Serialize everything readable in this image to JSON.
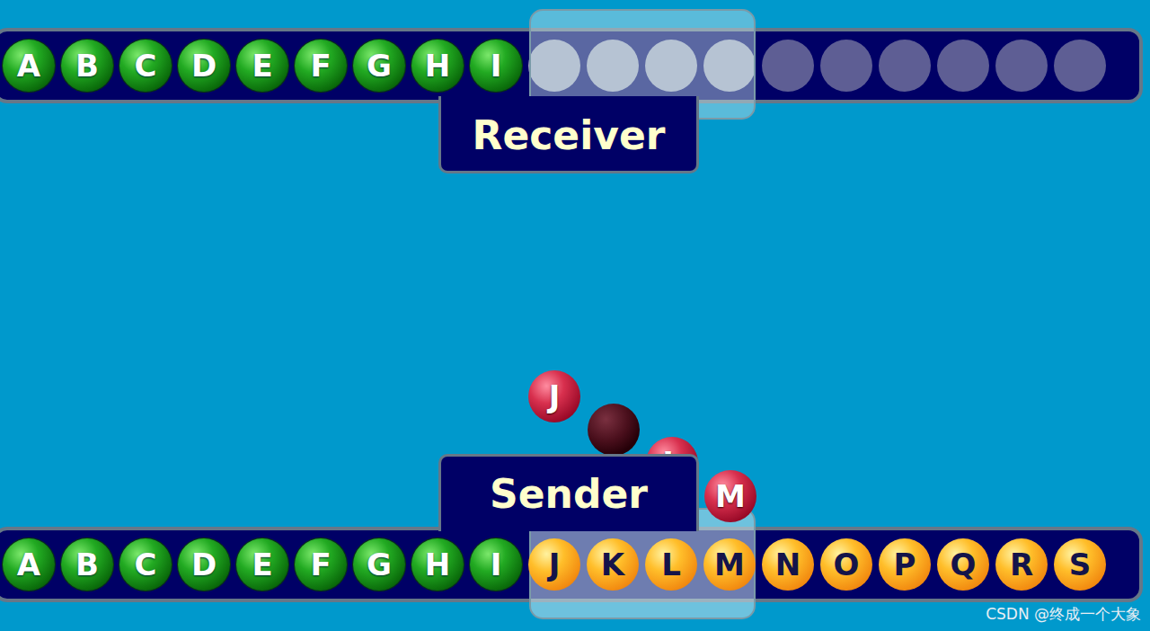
{
  "diagram": {
    "nodes": [
      {
        "text": [
          "A"
        ]
      },
      {
        "text": [
          "B"
        ]
      },
      {
        "text": [
          "C"
        ]
      },
      {
        "text": [
          "D"
        ]
      },
      {
        "text": [
          "E"
        ]
      },
      {
        "text": [
          "F"
        ]
      },
      {
        "text": [
          "G"
        ]
      },
      {
        "text": [
          "H"
        ]
      },
      {
        "text": [
          "I"
        ]
      },
      {
        "text": [
          "Receiver"
        ]
      },
      {
        "text": [
          "J"
        ]
      },
      {
        "text": [
          "L"
        ]
      },
      {
        "text": [
          "M"
        ]
      },
      {
        "text": [
          "Sender"
        ]
      },
      {
        "text": [
          "A"
        ]
      },
      {
        "text": [
          "B"
        ]
      },
      {
        "text": [
          "C"
        ]
      },
      {
        "text": [
          "D"
        ]
      },
      {
        "text": [
          "E"
        ]
      },
      {
        "text": [
          "F"
        ]
      },
      {
        "text": [
          "G"
        ]
      },
      {
        "text": [
          "H"
        ]
      },
      {
        "text": [
          "I"
        ]
      },
      {
        "text": [
          "J"
        ]
      },
      {
        "text": [
          "K"
        ]
      },
      {
        "text": [
          "L"
        ]
      },
      {
        "text": [
          "M"
        ]
      },
      {
        "text": [
          "N"
        ]
      },
      {
        "text": [
          "O"
        ]
      },
      {
        "text": [
          "P"
        ]
      },
      {
        "text": [
          "Q"
        ]
      },
      {
        "text": [
          "R"
        ]
      },
      {
        "text": [
          "S"
        ]
      }
    ],
    "labels": [
      "CSDN @终成一个大象"
    ]
  }
}
